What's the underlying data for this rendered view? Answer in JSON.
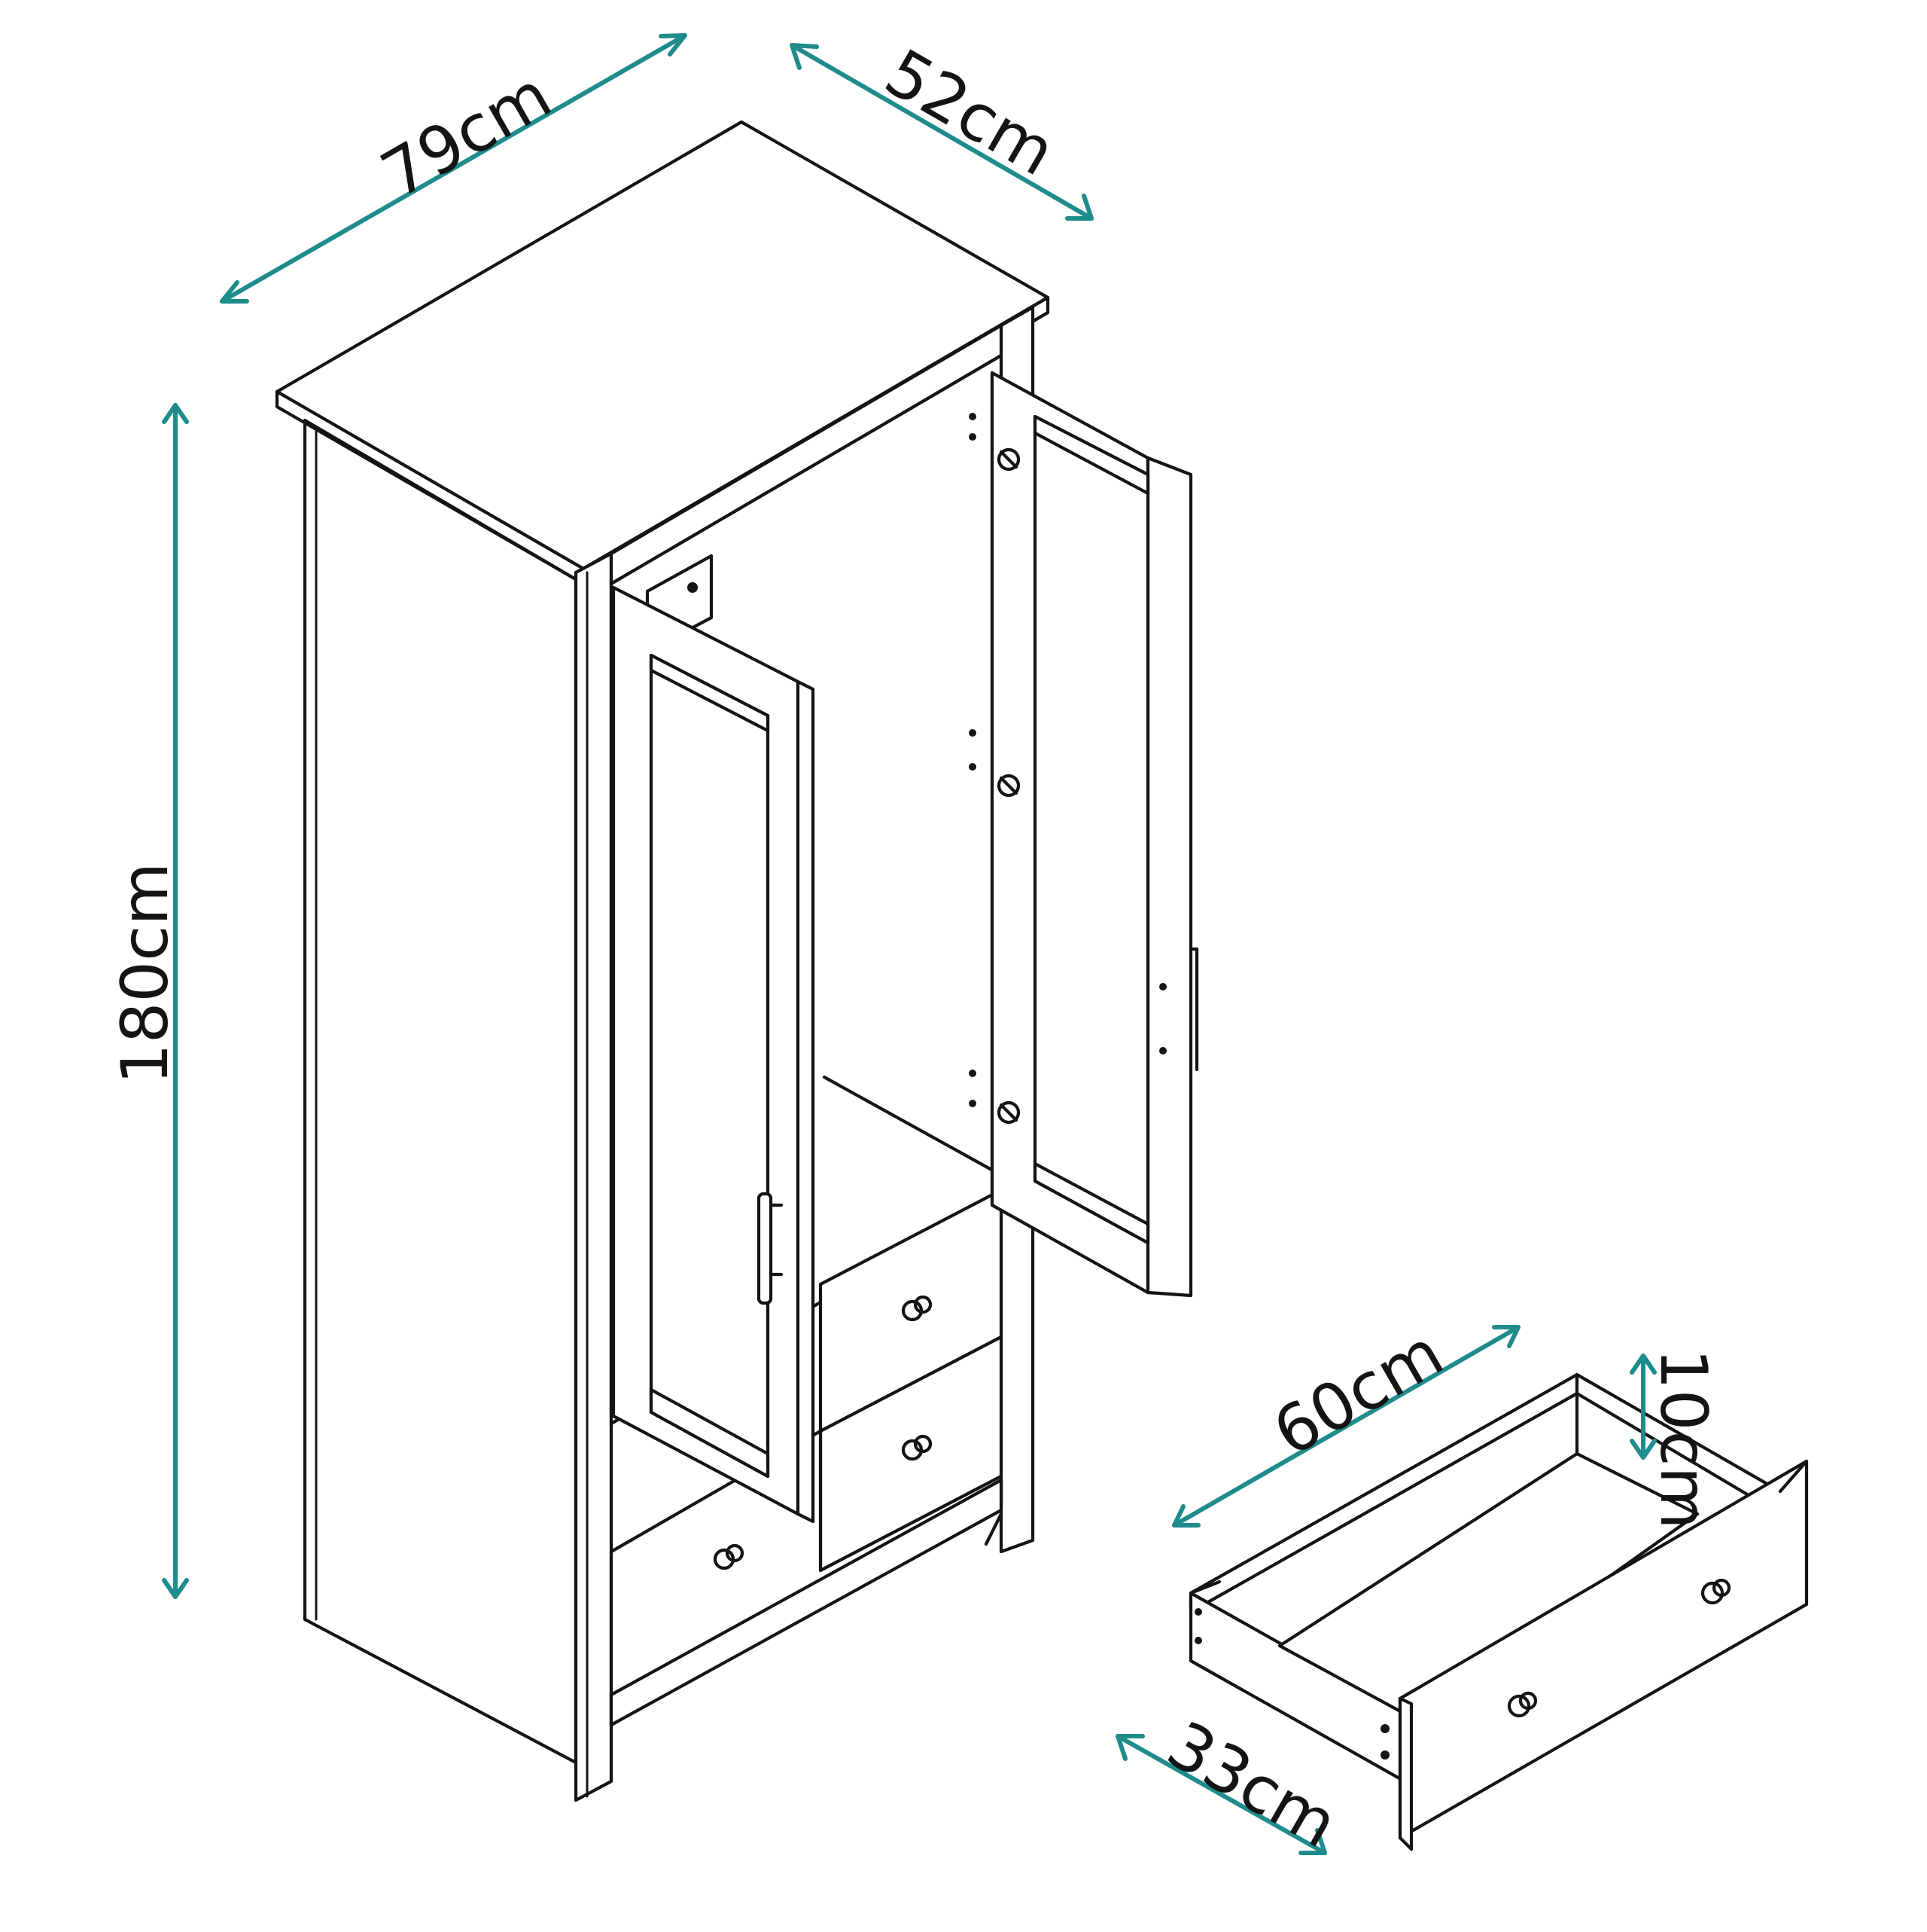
{
  "dimensions": {
    "width": "79cm",
    "depth": "52cm",
    "height": "180cm",
    "drawer_width": "60cm",
    "drawer_depth": "33cm",
    "drawer_height": "10cm"
  },
  "colors": {
    "dimension_line": "#1f8c8c",
    "outline": "#141414",
    "background": "#ffffff"
  }
}
